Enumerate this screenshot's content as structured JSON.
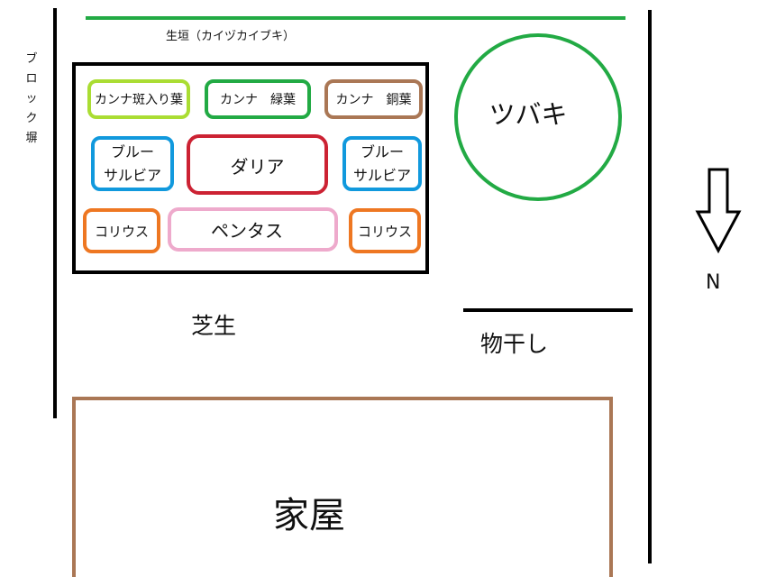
{
  "hedge": {
    "label": "生垣（カイヅカイブキ）",
    "color": "#22aa44"
  },
  "block_wall": {
    "chars": [
      "ブ",
      "ロ",
      "ッ",
      "ク",
      "塀"
    ]
  },
  "beds": [
    {
      "id": "canna-variegated",
      "label": "カンナ斑入り葉",
      "color": "#aadd33"
    },
    {
      "id": "canna-green",
      "label": "カンナ　緑葉",
      "color": "#22aa44"
    },
    {
      "id": "canna-bronze",
      "label": "カンナ　銅葉",
      "color": "#aa7755"
    },
    {
      "id": "blue-salvia-left",
      "lines": [
        "ブルー",
        "サルビア"
      ],
      "color": "#1199dd"
    },
    {
      "id": "dahlia",
      "label": "ダリア",
      "color": "#cc2233"
    },
    {
      "id": "blue-salvia-right",
      "lines": [
        "ブルー",
        "サルビア"
      ],
      "color": "#1199dd"
    },
    {
      "id": "coleus-left",
      "label": "コリウス",
      "color": "#ee7722"
    },
    {
      "id": "pentas",
      "label": "ペンタス",
      "color": "#eeaacc"
    },
    {
      "id": "coleus-right",
      "label": "コリウス",
      "color": "#ee7722"
    }
  ],
  "camellia": {
    "label": "ツバキ",
    "color": "#22aa44"
  },
  "compass": {
    "label": "N"
  },
  "lawn": {
    "label": "芝生"
  },
  "clothesline": {
    "label": "物干し"
  },
  "house": {
    "label": "家屋",
    "color": "#aa7755"
  }
}
